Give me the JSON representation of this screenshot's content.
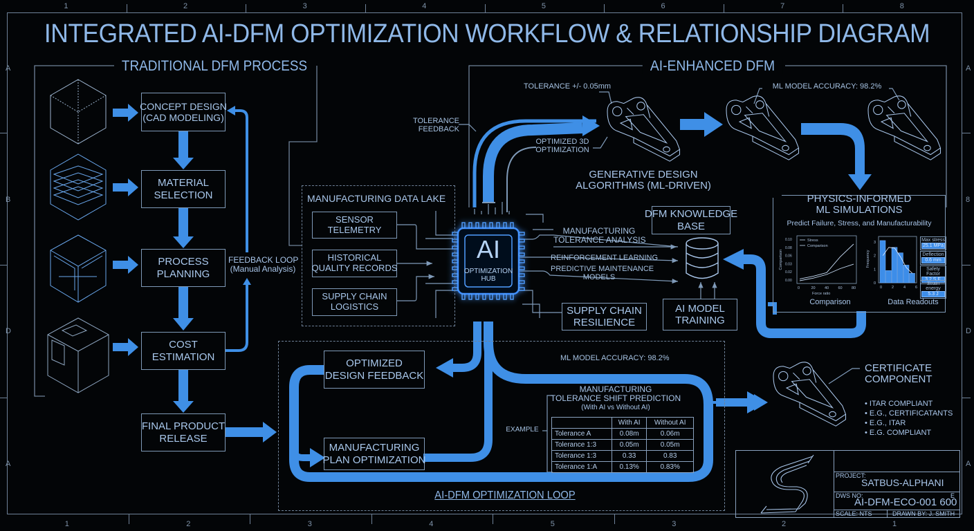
{
  "title": "INTEGRATED AI-DFM OPTIMIZATION WORKFLOW & RELATIONSHIP DIAGRAM",
  "colors": {
    "background": "#030507",
    "accent_blue": "#3f8fe6",
    "line_color": "#7f9ab8",
    "text_color": "#9fc4ec",
    "chip_glow": "#2f7fff"
  },
  "border_grid": {
    "top_columns": [
      "1",
      "2",
      "3",
      "4",
      "5",
      "6",
      "7",
      "8"
    ],
    "bottom_columns": [
      "1",
      "2",
      "3",
      "4",
      "5",
      "3",
      "2",
      "1"
    ],
    "left_rows": [
      "A",
      "B",
      "D",
      "A"
    ],
    "right_rows": [
      "A",
      "8",
      "D",
      "A"
    ]
  },
  "traditional": {
    "heading": "TRADITIONAL DFM PROCESS",
    "steps": [
      {
        "label": "CONCEPT DESIGN\n(CAD MODELING)",
        "icon": "wireframe-cube-icon"
      },
      {
        "label": "MATERIAL\nSELECTION",
        "icon": "layered-cube-icon"
      },
      {
        "label": "PROCESS\nPLANNING",
        "icon": "machine-cube-icon"
      },
      {
        "label": "COST\nESTIMATION",
        "icon": "box-assembly-icon"
      },
      {
        "label": "FINAL PRODUCT\nRELEASE",
        "icon": ""
      }
    ],
    "feedback_loop": "FEEDBACK LOOP\n(Manual Analysis)"
  },
  "ai_enhanced": {
    "heading": "AI-ENHANCED DFM",
    "tolerance_feedback": "TOLERANCE\nFEEDBACK",
    "tolerance_note": "TOLERANCE +/- 0.05mm",
    "optimized_3d": "OPTIMIZED 3D\nOPTIMIZATION",
    "generative_design": "GENERATIVE DESIGN\nALGORITHMS (ML-DRIVEN)",
    "ml_accuracy": "ML MODEL ACCURACY: 98.2%"
  },
  "data_lake": {
    "heading": "MANUFACTURING DATA LAKE",
    "sources": [
      "SENSOR\nTELEMETRY",
      "HISTORICAL\nQUALITY RECORDS",
      "SUPPLY CHAIN\nLOGISTICS"
    ]
  },
  "hub": {
    "big": "AI",
    "label": "OPTIMIZATION\nHUB"
  },
  "hub_outputs": [
    "MANUFACTURING\nTOLERANCE ANALYSIS",
    "REINFORCEMENT LEARNING",
    "PREDICTIVE MAINTENANCE\nMODELS"
  ],
  "supply_chain_resilience": "SUPPLY CHAIN\nRESILIENCE",
  "knowledge_base": "DFM KNOWLEDGE\nBASE",
  "model_training": "AI MODEL\nTRAINING",
  "physics": {
    "title": "PHYSICS-INFORMED\nML SIMULATIONS",
    "subtitle": "Predict Failure, Stress, and Manufacturability",
    "left_caption": "Comparison",
    "right_caption": "Data Readouts",
    "readouts": [
      {
        "label": "Max stress",
        "value": "25.1 MPa"
      },
      {
        "label": "Deflection",
        "value": "0.6 mm"
      },
      {
        "label": "Safety Factor",
        "value": "3.2 S.F."
      },
      {
        "label": "Strain energy",
        "value": "5.3 J"
      }
    ]
  },
  "chart_data": [
    {
      "type": "line",
      "title": "Comparison",
      "xlabel": "Force ratio",
      "ylabel": "Comparison",
      "x_ticks": [
        "0",
        "20",
        "40",
        "60",
        "80"
      ],
      "y_ticks": [
        "0.00",
        "0.02",
        "0.03",
        "0.06",
        "0.08",
        "0.10"
      ],
      "legend": [
        "Stress",
        "Comparison"
      ],
      "legend_position": "top-left",
      "xlim": [
        0,
        80
      ],
      "ylim": [
        0,
        0.1
      ],
      "series": [
        {
          "name": "Stress",
          "x": [
            0,
            20,
            40,
            60,
            80
          ],
          "y": [
            0.005,
            0.012,
            0.022,
            0.065,
            0.1
          ]
        },
        {
          "name": "Comparison",
          "x": [
            0,
            20,
            40,
            60,
            80
          ],
          "y": [
            0.0,
            0.007,
            0.017,
            0.033,
            0.045
          ]
        }
      ]
    },
    {
      "type": "bar",
      "title": "Data Readouts",
      "ylabel": "Frequency",
      "x_ticks": [
        "0",
        "2",
        "4",
        "6"
      ],
      "y_ticks": [
        "0",
        "1",
        "2",
        "3"
      ],
      "categories": [
        "0-1",
        "1-2",
        "2-3",
        "3-4",
        "4-5",
        "5-6"
      ],
      "values": [
        3.1,
        0.9,
        2.6,
        2.2,
        1.3,
        0.7
      ],
      "overlay_curve": [
        2.0,
        2.6,
        2.55,
        1.9,
        1.1,
        0.7
      ],
      "ylim": [
        0,
        3.3
      ]
    }
  ],
  "loop": {
    "heading": "AI-DFM OPTIMIZATION LOOP",
    "design_feedback": "OPTIMIZED\nDESIGN FEEDBACK",
    "plan_optimization": "MANUFACTURING\nPLAN OPTIMIZATION",
    "ml_accuracy": "ML MODEL ACCURACY: 98.2%",
    "example_label": "EXAMPLE",
    "table_title": "MANUFACTURING\nTOLERANCE SHIFT PREDICTION",
    "table_subtitle": "(With AI vs Without AI)",
    "table_headers": [
      "",
      "With AI",
      "Without AI"
    ],
    "table_rows": [
      [
        "Tolerance A",
        "0.08m",
        "0.06m"
      ],
      [
        "Tolerance 1:3",
        "0.05m",
        "0.05m"
      ],
      [
        "Tolerance 1:3",
        "0.33",
        "0.83"
      ],
      [
        "Tolerance 1:A",
        "0.13%",
        "0.83%"
      ]
    ]
  },
  "certificate": {
    "title": "CERTIFICATE\nCOMPONENT",
    "bullets": [
      "ITAR COMPLIANT",
      "E.G., CERTIFICATANTS",
      "E.G., ITAR",
      "E.G. COMPLIANT"
    ]
  },
  "title_block": {
    "project_label": "PROJECT:",
    "project_value": "SATBUS-ALPHANI",
    "dwg_label": "DWS NO:",
    "dwg_value": "AI-DFM-ECO-001 600",
    "rev": "E",
    "scale": "SCALE: NTS",
    "drawn_by": "DRAWN BY: J. SMITH",
    "logo_icon": "s-logo-icon"
  }
}
